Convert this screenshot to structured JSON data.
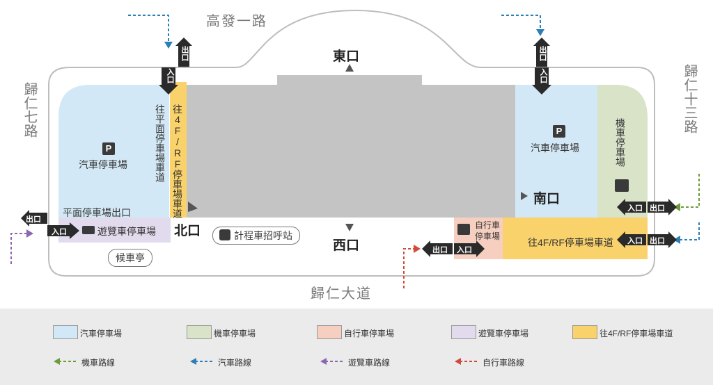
{
  "roads": {
    "north": "高發一路",
    "west": "歸仁七路",
    "east": "歸仁十三路",
    "south": "歸仁大道"
  },
  "exits": {
    "east_exit": "東口",
    "west_exit": "西口",
    "south_exit": "南口",
    "north_exit": "北口"
  },
  "areas": {
    "car_park_west": "汽車停車場",
    "car_park_east": "汽車停車場",
    "motorcycle_park": "機車停車場",
    "bicycle_park": "自行車停車場",
    "bus_park": "遊覽車停車場",
    "ramp_flat": "往平面停車場車道",
    "ramp_4f_vertical": "往4F/RF停車場車道",
    "ramp_4f_horizontal": "往4F/RF停車場車道",
    "flat_park_exit": "平面停車場出口",
    "taxi_stand": "計程車招呼站",
    "waiting_pavilion": "候車亭",
    "parking_symbol": "P"
  },
  "signs": {
    "entrance": "入口",
    "exit": "出口"
  },
  "legend": {
    "areas": [
      {
        "label": "汽車停車場",
        "color": "#d3e8f6"
      },
      {
        "label": "機車停車場",
        "color": "#d8e3c8"
      },
      {
        "label": "自行車停車場",
        "color": "#f6cfc0"
      },
      {
        "label": "遊覽車停車場",
        "color": "#e2dbee"
      },
      {
        "label": "往4F/RF停車場車道",
        "color": "#f9d26b"
      }
    ],
    "routes": [
      {
        "label": "機車路線",
        "color": "#6e9a3a"
      },
      {
        "label": "汽車路線",
        "color": "#2b7fb4"
      },
      {
        "label": "遊覽車路線",
        "color": "#8a67b0"
      },
      {
        "label": "自行車路線",
        "color": "#d24a3c"
      }
    ]
  },
  "colors": {
    "car": "#d3e8f6",
    "motorcycle": "#d8e3c8",
    "bicycle": "#f6cfc0",
    "bus": "#e2dbee",
    "ramp": "#f9d26b",
    "building": "#c4c4c4"
  }
}
